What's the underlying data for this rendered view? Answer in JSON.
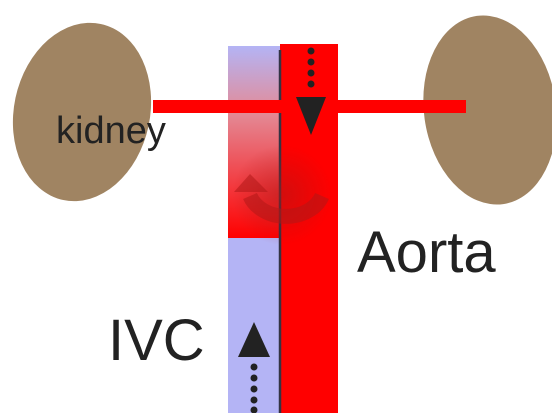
{
  "labels": {
    "kidney": "kidney",
    "aorta": "Aorta",
    "ivc": "IVC"
  },
  "colors": {
    "kidney": "#a08462",
    "aorta": "#ff0000",
    "ivc": "#b4b4f5",
    "renal_vein": "#ff0000",
    "arrow": "#222222",
    "text": "#222222"
  },
  "icons": {
    "flow_down": "arrow-down-icon",
    "flow_up": "arrow-up-icon",
    "reflux": "curved-arrow-icon"
  }
}
